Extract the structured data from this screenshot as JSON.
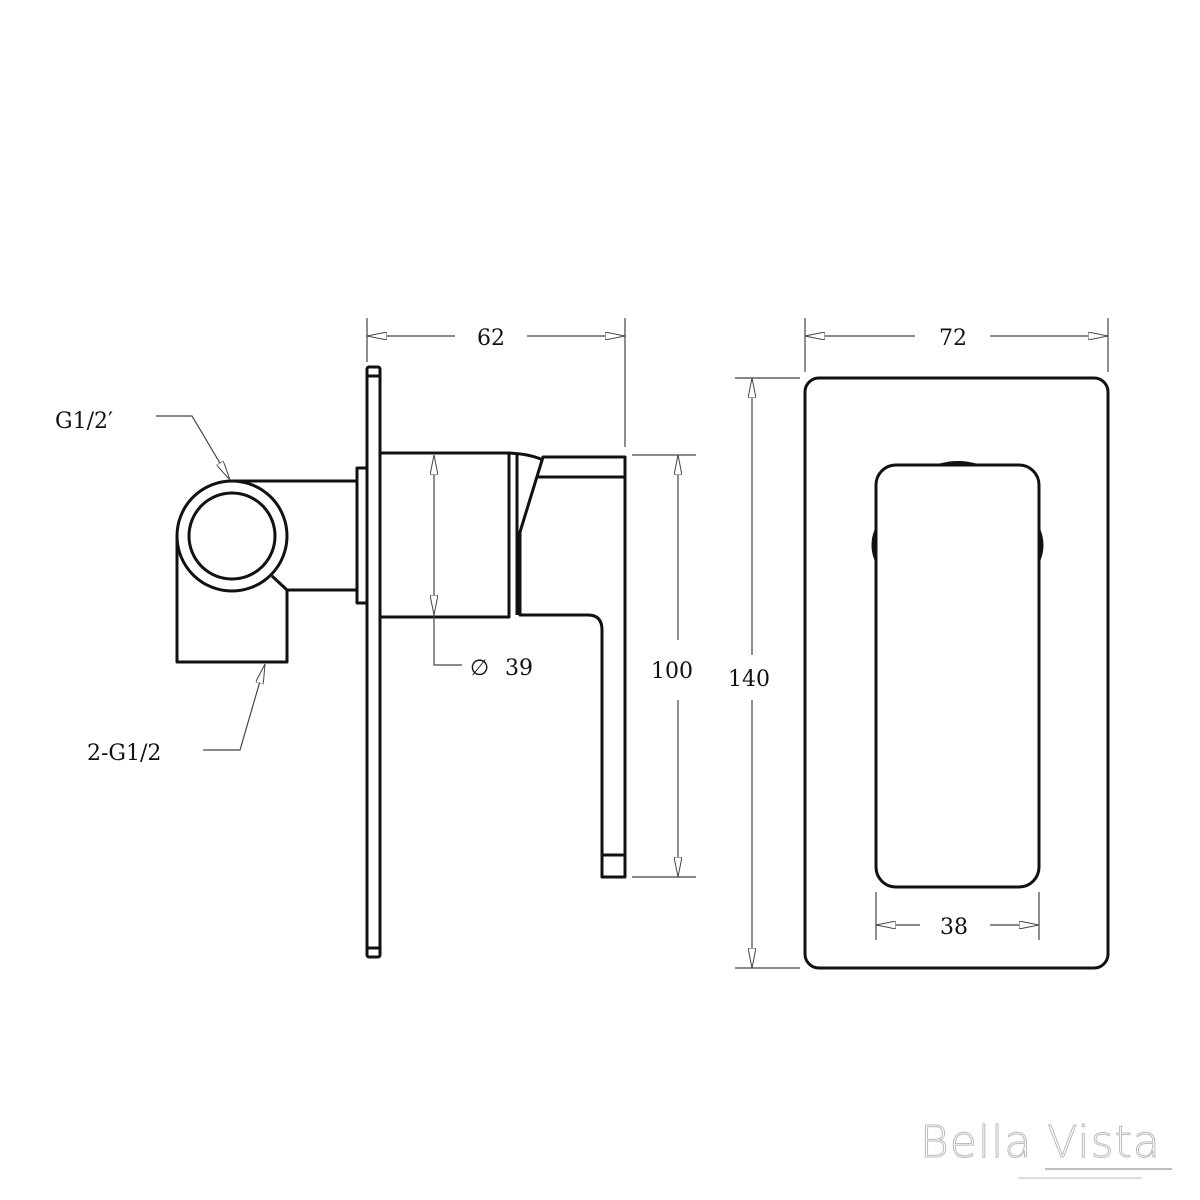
{
  "dimensions": {
    "depth": "62",
    "plate_width": "72",
    "lever_height": "100",
    "plate_height": "140",
    "inner_width": "38",
    "body_diameter": "39",
    "diameter_symbol": "∅"
  },
  "callouts": {
    "outlet_thread": "G1/2′",
    "inlet_thread": "2-G1/2"
  },
  "brand": {
    "logo_text": "Bella Vista"
  }
}
